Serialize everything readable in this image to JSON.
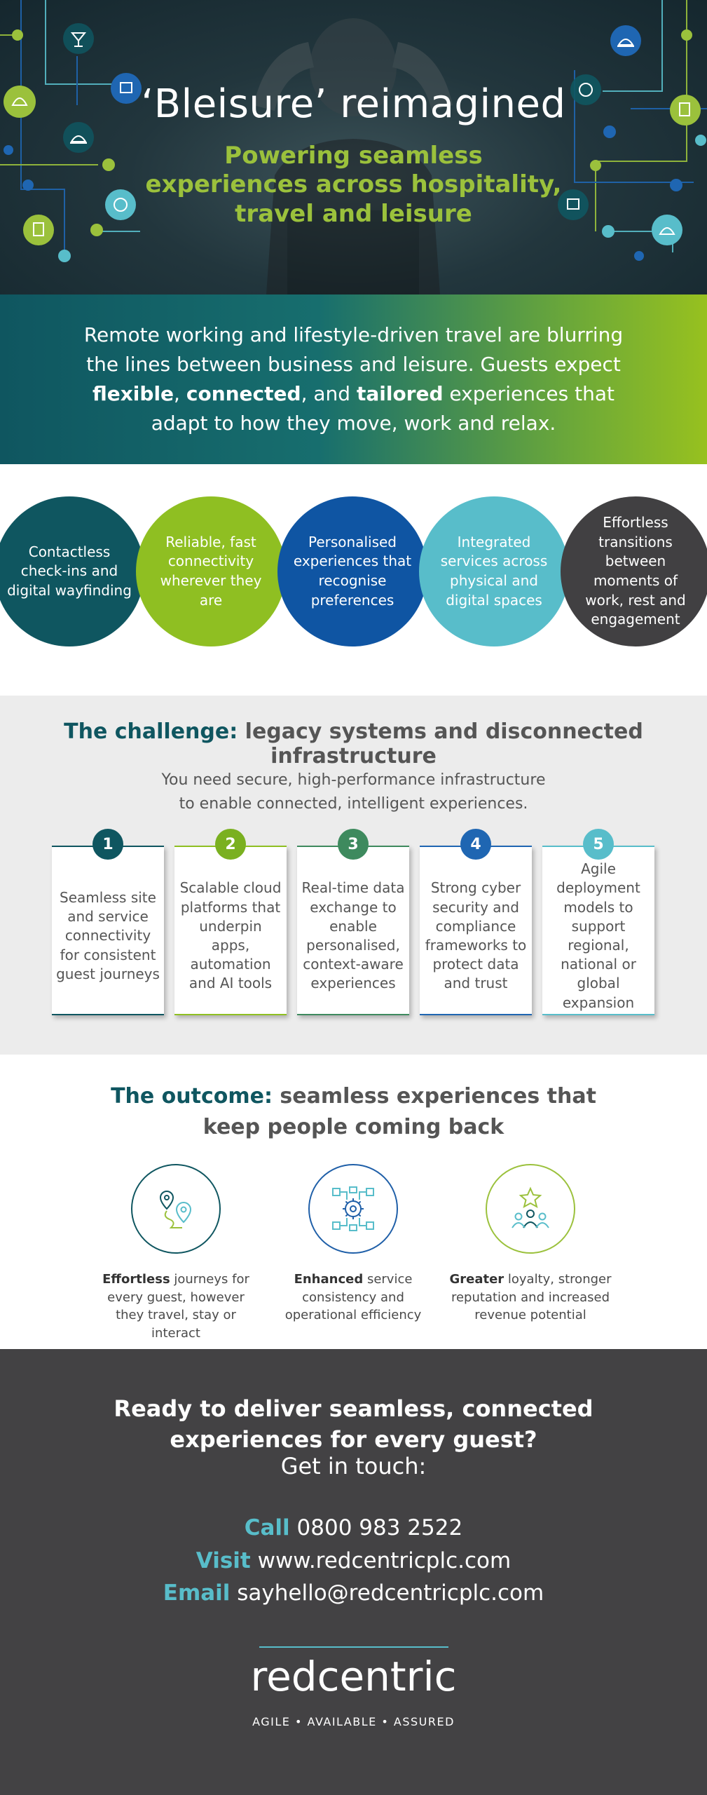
{
  "hero": {
    "title": "‘Bleisure’ reimagined",
    "subtitle_lines": [
      "Powering seamless",
      "experiences across hospitality,",
      "travel and leisure"
    ]
  },
  "intro": {
    "part1": "Remote working and lifestyle-driven travel are blurring the lines between business and leisure. Guests expect ",
    "bold1": "flexible",
    "sep1": ", ",
    "bold2": "connected",
    "sep2": ", and ",
    "bold3": "tailored",
    "part2": " experiences that adapt to how they move, work and relax."
  },
  "circles": [
    "Contactless check-ins and digital wayfinding",
    "Reliable, fast connectivity wherever they are",
    "Personalised experiences that recognise preferences",
    "Integrated services across physical and digital spaces",
    "Effortless transitions between moments of work, rest and engagement"
  ],
  "challenge": {
    "title_highlight": "The challenge:",
    "title_rest": " legacy systems and disconnected infrastructure",
    "subtitle_line1": "You need secure, high-performance infrastructure",
    "subtitle_line2": "to enable connected, intelligent experiences.",
    "steps": [
      {
        "num": "1",
        "text": "Seamless site and service connectivity for consistent guest journeys"
      },
      {
        "num": "2",
        "text": "Scalable cloud platforms that underpin apps, automation and AI tools"
      },
      {
        "num": "3",
        "text": "Real-time data exchange to enable personalised, context-aware experiences"
      },
      {
        "num": "4",
        "text": "Strong cyber security and compliance frameworks to protect data and trust"
      },
      {
        "num": "5",
        "text": "Agile deployment models to support regional, national or global expansion"
      }
    ]
  },
  "outcome": {
    "title_highlight": "The outcome:",
    "title_rest1": " seamless experiences that",
    "title_rest2": "keep people coming back",
    "items": [
      {
        "bold": "Effortless",
        "rest": " journeys for every guest, however they travel, stay or interact",
        "icon": "map-pins-icon"
      },
      {
        "bold": "Enhanced",
        "rest": " service consistency and operational efficiency",
        "icon": "gear-network-icon"
      },
      {
        "bold": "Greater",
        "rest": " loyalty, stronger reputation and increased revenue potential",
        "icon": "star-people-icon"
      }
    ]
  },
  "cta": {
    "heading_line1": "Ready to deliver seamless, connected",
    "heading_line2": "experiences for every guest?",
    "touch": "Get in touch:",
    "call_label": "Call",
    "call_value": " 0800 983 2522",
    "visit_label": "Visit",
    "visit_value": " www.redcentricplc.com",
    "email_label": "Email",
    "email_value": " sayhello@redcentricplc.com"
  },
  "logo": {
    "wordmark": "redcentric",
    "tagline": "AGILE • AVAILABLE • ASSURED"
  },
  "colors": {
    "teal_dark": "#0f5660",
    "green": "#8fbf22",
    "blue": "#0f55a3",
    "aqua": "#58bdca",
    "charcoal": "#434244"
  }
}
